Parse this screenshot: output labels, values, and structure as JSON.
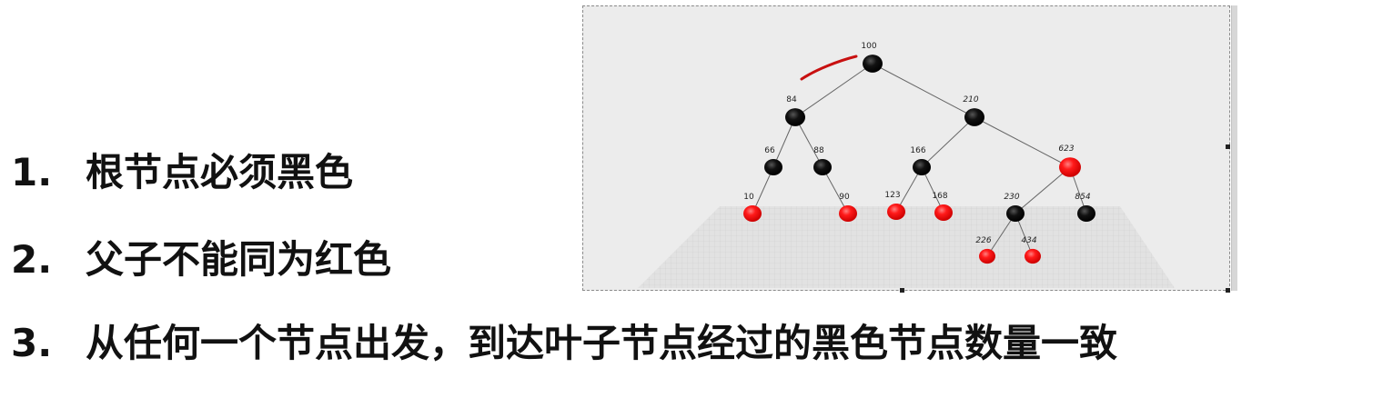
{
  "rules": [
    {
      "num": "1.",
      "text": "根节点必须黑色"
    },
    {
      "num": "2.",
      "text": "父子不能同为红色"
    },
    {
      "num": "3.",
      "text": "从任何一个节点出发，到达叶子节点经过的黑色节点数量一致"
    }
  ],
  "colors": {
    "black_node": "#000000",
    "red_node": "#ff0000",
    "edge": "#666666",
    "annotation": "#c81010",
    "panel_bg": "#ececec"
  },
  "tree": {
    "nodes": [
      {
        "id": "n100",
        "label": "100",
        "color": "black",
        "parent": null,
        "italic": false
      },
      {
        "id": "n84",
        "label": "84",
        "color": "black",
        "parent": "n100",
        "italic": false
      },
      {
        "id": "n210",
        "label": "210",
        "color": "black",
        "parent": "n100",
        "italic": true
      },
      {
        "id": "n66",
        "label": "66",
        "color": "black",
        "parent": "n84",
        "italic": false
      },
      {
        "id": "n88",
        "label": "88",
        "color": "black",
        "parent": "n84",
        "italic": false
      },
      {
        "id": "n166",
        "label": "166",
        "color": "black",
        "parent": "n210",
        "italic": false
      },
      {
        "id": "n623",
        "label": "623",
        "color": "red",
        "parent": "n210",
        "italic": true
      },
      {
        "id": "n10",
        "label": "10",
        "color": "red",
        "parent": "n66",
        "italic": false
      },
      {
        "id": "n90",
        "label": "90",
        "color": "red",
        "parent": "n88",
        "italic": false
      },
      {
        "id": "n123",
        "label": "123",
        "color": "red",
        "parent": "n166",
        "italic": false
      },
      {
        "id": "n168",
        "label": "168",
        "color": "red",
        "parent": "n166",
        "italic": false
      },
      {
        "id": "n230",
        "label": "230",
        "color": "black",
        "parent": "n623",
        "italic": true
      },
      {
        "id": "n854",
        "label": "854",
        "color": "black",
        "parent": "n623",
        "italic": true
      },
      {
        "id": "n226",
        "label": "226",
        "color": "red",
        "parent": "n230",
        "italic": true
      },
      {
        "id": "n434",
        "label": "434",
        "color": "red",
        "parent": "n230",
        "italic": true
      }
    ]
  }
}
